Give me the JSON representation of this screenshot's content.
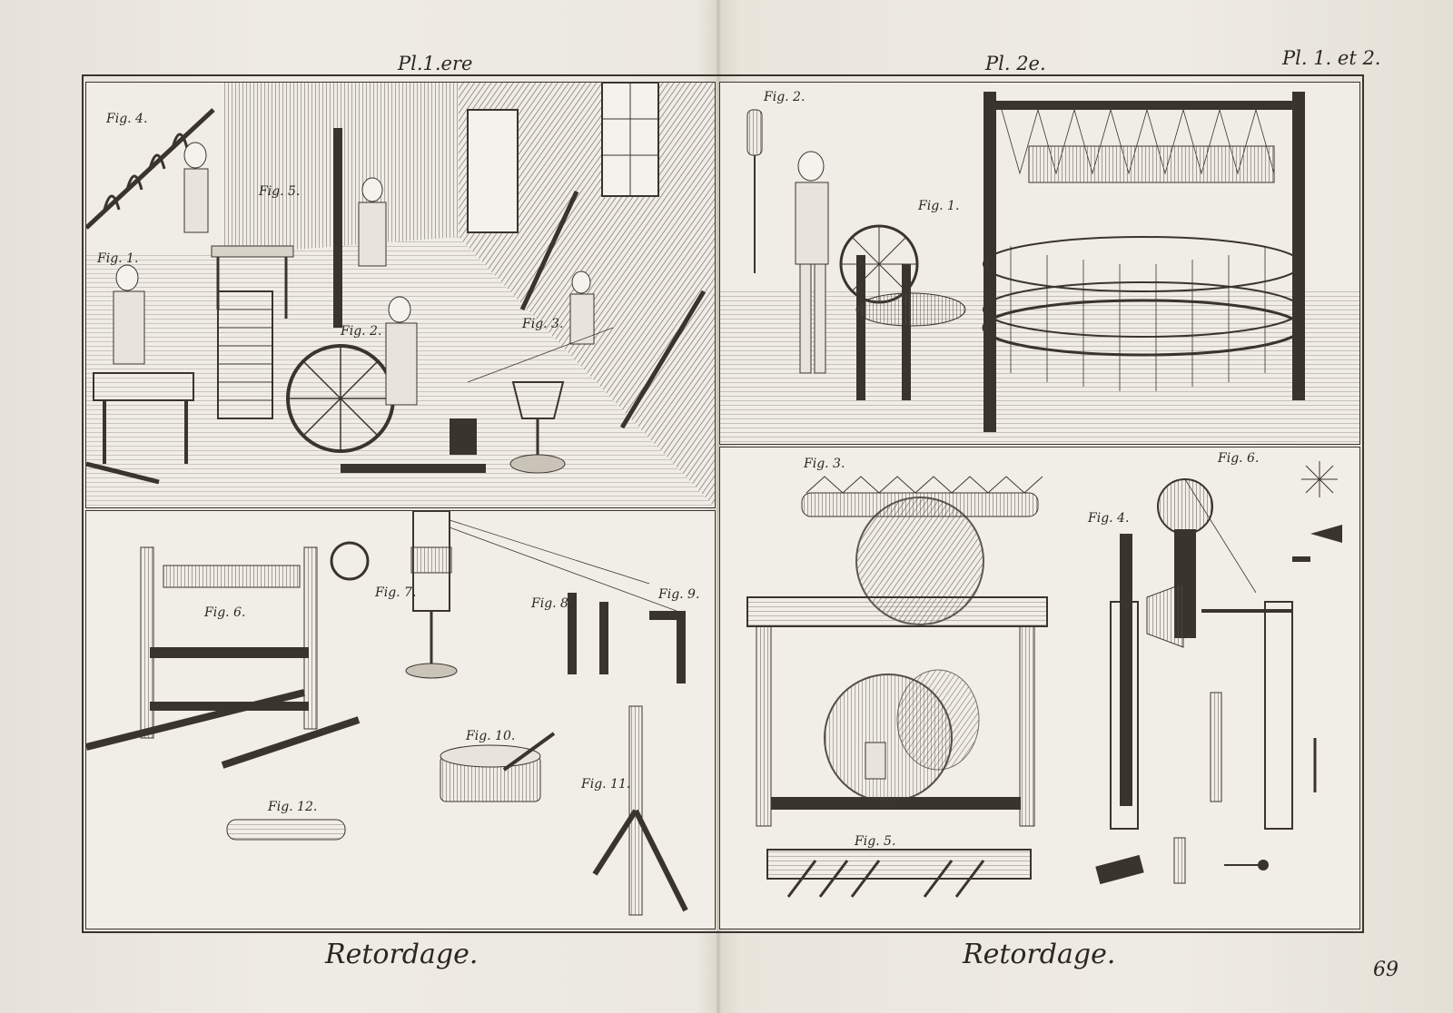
{
  "plates": {
    "left_header": "Pl.1.ere",
    "right_header_center": "Pl. 2e.",
    "right_header_corner": "Pl. 1. et 2."
  },
  "captions": {
    "left": "Retordage.",
    "right": "Retordage."
  },
  "page_number": "69",
  "figures": {
    "p1_fig4": "Fig. 4.",
    "p1_fig5": "Fig. 5.",
    "p1_fig1": "Fig. 1.",
    "p1_fig2": "Fig. 2.",
    "p1_fig3": "Fig. 3.",
    "p2_fig2": "Fig. 2.",
    "p2_fig1": "Fig. 1.",
    "p3_fig6": "Fig. 6.",
    "p3_fig7": "Fig. 7.",
    "p3_fig8": "Fig. 8.",
    "p3_fig9": "Fig. 9.",
    "p3_fig10": "Fig. 10.",
    "p3_fig11": "Fig. 11.",
    "p3_fig12": "Fig. 12.",
    "p4_fig3": "Fig. 3.",
    "p4_fig4": "Fig. 4.",
    "p4_fig5": "Fig. 5.",
    "p4_fig6": "Fig. 6."
  },
  "colors": {
    "paper": "#ebe7df",
    "ink": "#2a2622",
    "hatch": "#5a534b"
  }
}
